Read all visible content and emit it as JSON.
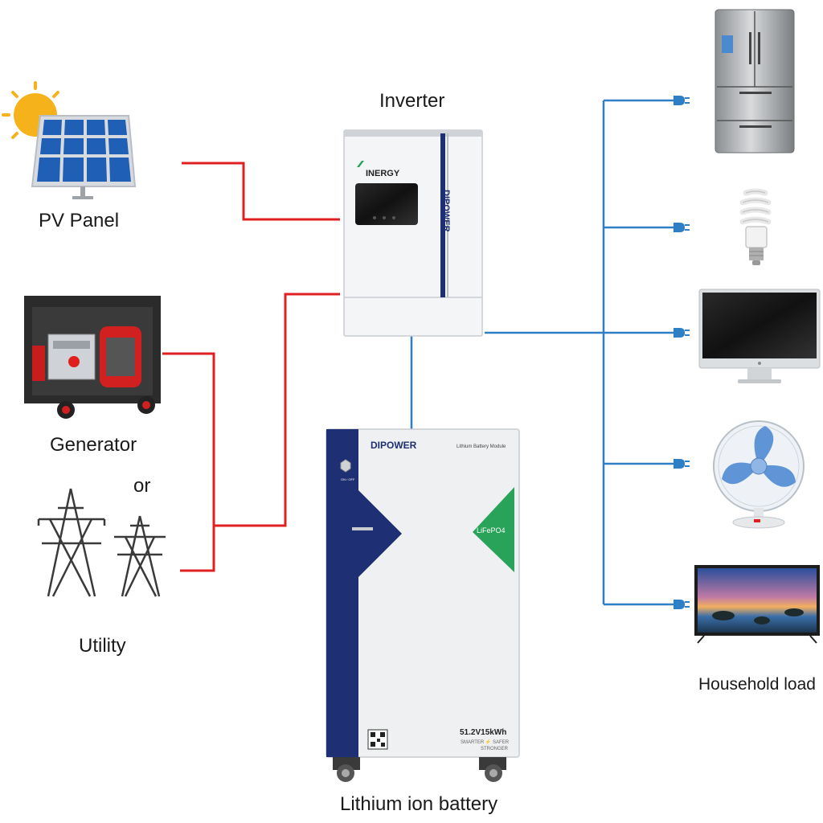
{
  "colors": {
    "ac_wire": "#e02020",
    "load_wire": "#2f7fc6",
    "brand_navy": "#1f2f73",
    "brand_green": "#2aa35a"
  },
  "labels": {
    "inverter": "Inverter",
    "pv_panel": "PV Panel",
    "generator": "Generator",
    "or": "or",
    "utility": "Utility",
    "household_load": "Household load",
    "battery": "Lithium ion battery"
  },
  "inverter_unit": {
    "brand": "INERGY",
    "side_brand": "DIPOWER"
  },
  "battery_unit": {
    "brand": "DIPOWER",
    "module_label": "Lithium Battery Module",
    "switch_label": "ON / OFF",
    "chemistry": "LiFePO4",
    "capacity": "51.2V15kWh",
    "tagline": "SMARTER ⚡ SAFER",
    "tagline2": "STRONGER"
  },
  "icons": {
    "pv": "solar-panel-icon",
    "generator": "generator-icon",
    "utility": "power-tower-icon",
    "fridge": "refrigerator-icon",
    "bulb": "light-bulb-icon",
    "monitor": "computer-monitor-icon",
    "fan": "desk-fan-icon",
    "tv": "television-icon",
    "plug": "plug-icon"
  }
}
